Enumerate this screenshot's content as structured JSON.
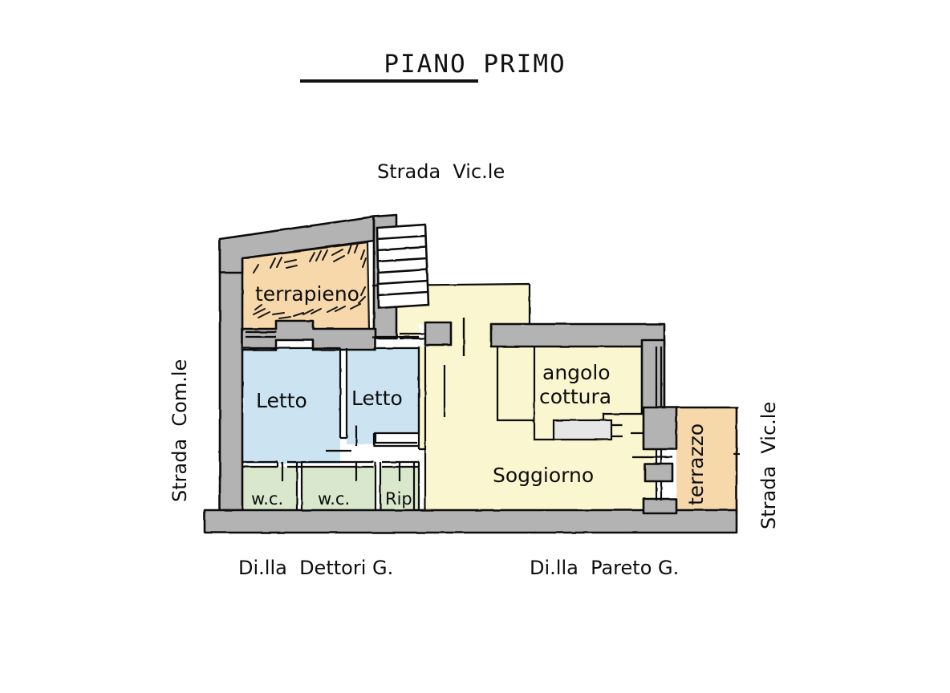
{
  "document": {
    "title": "PIANO PRIMO",
    "type": "architectural-floor-plan",
    "style": "hand-drawn"
  },
  "colors": {
    "wall_fill": "#b3b3b3",
    "wall_stroke": "#000000",
    "bedroom_fill": "#cce4f2",
    "service_fill": "#d9e8cc",
    "living_fill": "#faf6cf",
    "terrace_fill": "#f7d8ab",
    "embankment_fill": "#f7d8ab",
    "stair_fill": "#ffffff",
    "counter_fill": "#e6e6e6",
    "ink": "#0d0d0d",
    "paper": "#ffffff"
  },
  "rooms": [
    {
      "id": "terrapieno",
      "label": "terrapieno",
      "fill_key": "embankment_fill",
      "hatched": true
    },
    {
      "id": "letto-1",
      "label": "Letto",
      "fill_key": "bedroom_fill",
      "hatched": false
    },
    {
      "id": "letto-2",
      "label": "Letto",
      "fill_key": "bedroom_fill",
      "hatched": false
    },
    {
      "id": "wc-1",
      "label": "w.c.",
      "fill_key": "service_fill",
      "hatched": false
    },
    {
      "id": "wc-2",
      "label": "w.c.",
      "fill_key": "service_fill",
      "hatched": false
    },
    {
      "id": "rip",
      "label": "Rip",
      "fill_key": "service_fill",
      "hatched": false
    },
    {
      "id": "soggiorno",
      "label": "Soggiorno",
      "fill_key": "living_fill",
      "hatched": false
    },
    {
      "id": "angolo-cottura",
      "label_line1": "angolo",
      "label_line2": "cottura",
      "fill_key": "living_fill",
      "hatched": false
    },
    {
      "id": "terrazzo",
      "label": "terrazzo",
      "fill_key": "terrace_fill",
      "hatched": false
    }
  ],
  "boundary_labels": {
    "top": "Strada  Vic.le",
    "left": "Strada  Com.le",
    "right": "Strada  Vic.le",
    "bottom_left": "Di.lla  Dettori G.",
    "bottom_right": "Di.lla  Pareto G."
  },
  "features": {
    "staircase": {
      "name": "external-staircase",
      "steps": 7
    },
    "kitchen_counter": {
      "name": "kitchen-counter"
    }
  }
}
